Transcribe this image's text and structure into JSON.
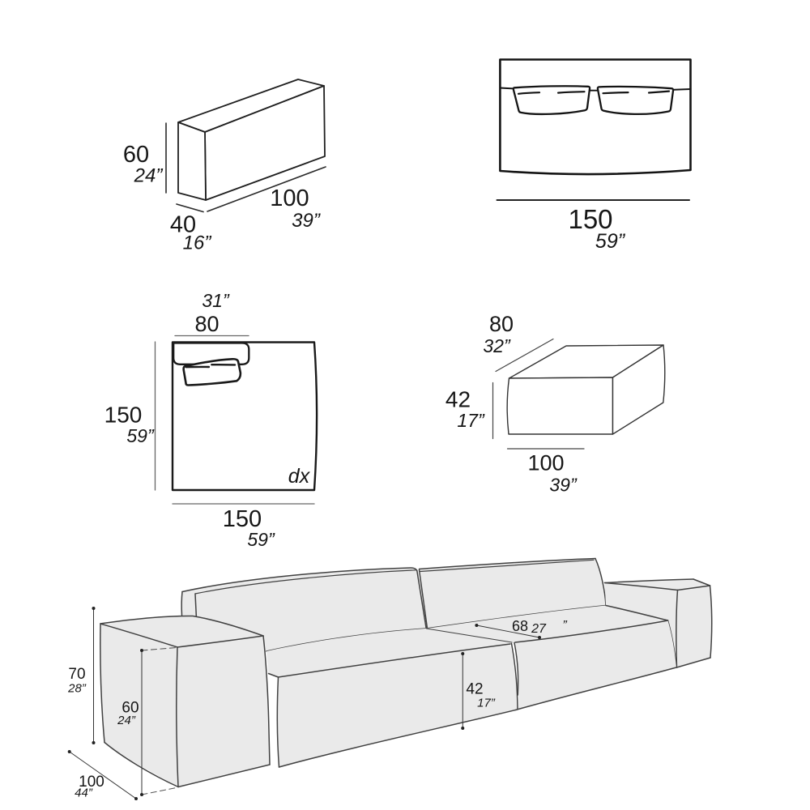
{
  "colors": {
    "background": "#ffffff",
    "ink_dark": "#1a1a1a",
    "sofa_line": "#414141",
    "sofa_fill": "#eaeaea",
    "dim_gray": "#666666"
  },
  "figures": {
    "back_block": {
      "height_cm": "60",
      "height_in": "24”",
      "depth_cm": "40",
      "depth_in": "16”",
      "length_cm": "100",
      "length_in": "39”"
    },
    "module_top": {
      "width_cm": "150",
      "width_in": "59”"
    },
    "chaise_top": {
      "back_in": "31”",
      "back_cm": "80",
      "side_cm": "150",
      "side_in": "59”",
      "width_cm": "150",
      "width_in": "59”",
      "variant": "dx"
    },
    "ottoman": {
      "depth_cm": "80",
      "depth_in": "32”",
      "height_cm": "42",
      "height_in": "17”",
      "width_cm": "100",
      "width_in": "39”"
    },
    "sofa": {
      "total_height_cm": "70",
      "total_height_in": "28”",
      "arm_height_cm": "60",
      "arm_height_in": "24”",
      "depth_cm": "100",
      "depth_in": "44”",
      "seat_depth_cm": "68",
      "seat_depth_in": "27",
      "seat_depth_mark": "”",
      "seat_height_cm": "42",
      "seat_height_in": "17”"
    }
  }
}
